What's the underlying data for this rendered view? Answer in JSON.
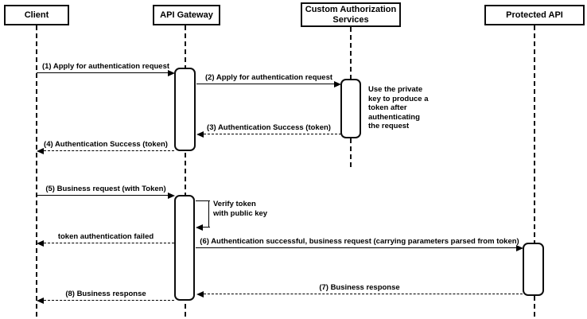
{
  "diagram": {
    "type": "sequence",
    "actors": [
      {
        "name": "Client"
      },
      {
        "name": "API Gateway"
      },
      {
        "name": "Custom Authorization\nServices"
      },
      {
        "name": "Protected API"
      }
    ],
    "messages": [
      {
        "label": "(1) Apply for authentication request",
        "from": "Client",
        "to": "API Gateway",
        "line": "solid",
        "direction": "right"
      },
      {
        "label": "(2) Apply for authentication request",
        "from": "API Gateway",
        "to": "Custom Authorization Services",
        "line": "solid",
        "direction": "right"
      },
      {
        "label": "(3) Authentication Success (token)",
        "from": "Custom Authorization Services",
        "to": "API Gateway",
        "line": "dashed",
        "direction": "left"
      },
      {
        "label": "(4) Authentication Success (token)",
        "from": "API Gateway",
        "to": "Client",
        "line": "dashed",
        "direction": "left"
      },
      {
        "label": "(5) Business request (with Token)",
        "from": "Client",
        "to": "API Gateway",
        "line": "solid",
        "direction": "right"
      },
      {
        "label": "Verify token\nwith public key",
        "from": "API Gateway",
        "to": "API Gateway",
        "line": "solid",
        "direction": "self"
      },
      {
        "label": "token authentication failed",
        "from": "API Gateway",
        "to": "Client",
        "line": "dashed",
        "direction": "left"
      },
      {
        "label": "(6) Authentication successful, business request (carrying parameters parsed from token)",
        "from": "API Gateway",
        "to": "Protected API",
        "line": "solid",
        "direction": "right"
      },
      {
        "label": "(7) Business response",
        "from": "Protected API",
        "to": "API Gateway",
        "line": "dashed",
        "direction": "left"
      },
      {
        "label": "(8) Business response",
        "from": "API Gateway",
        "to": "Client",
        "line": "dashed",
        "direction": "left"
      }
    ],
    "notes": [
      {
        "text": "Use the private\nkey to produce a\ntoken after\nauthenticating\nthe request",
        "attached_to": "Custom Authorization Services"
      }
    ],
    "colors": {
      "background": "#ffffff",
      "stroke": "#000000",
      "shape_fill": "#ffffff"
    }
  }
}
